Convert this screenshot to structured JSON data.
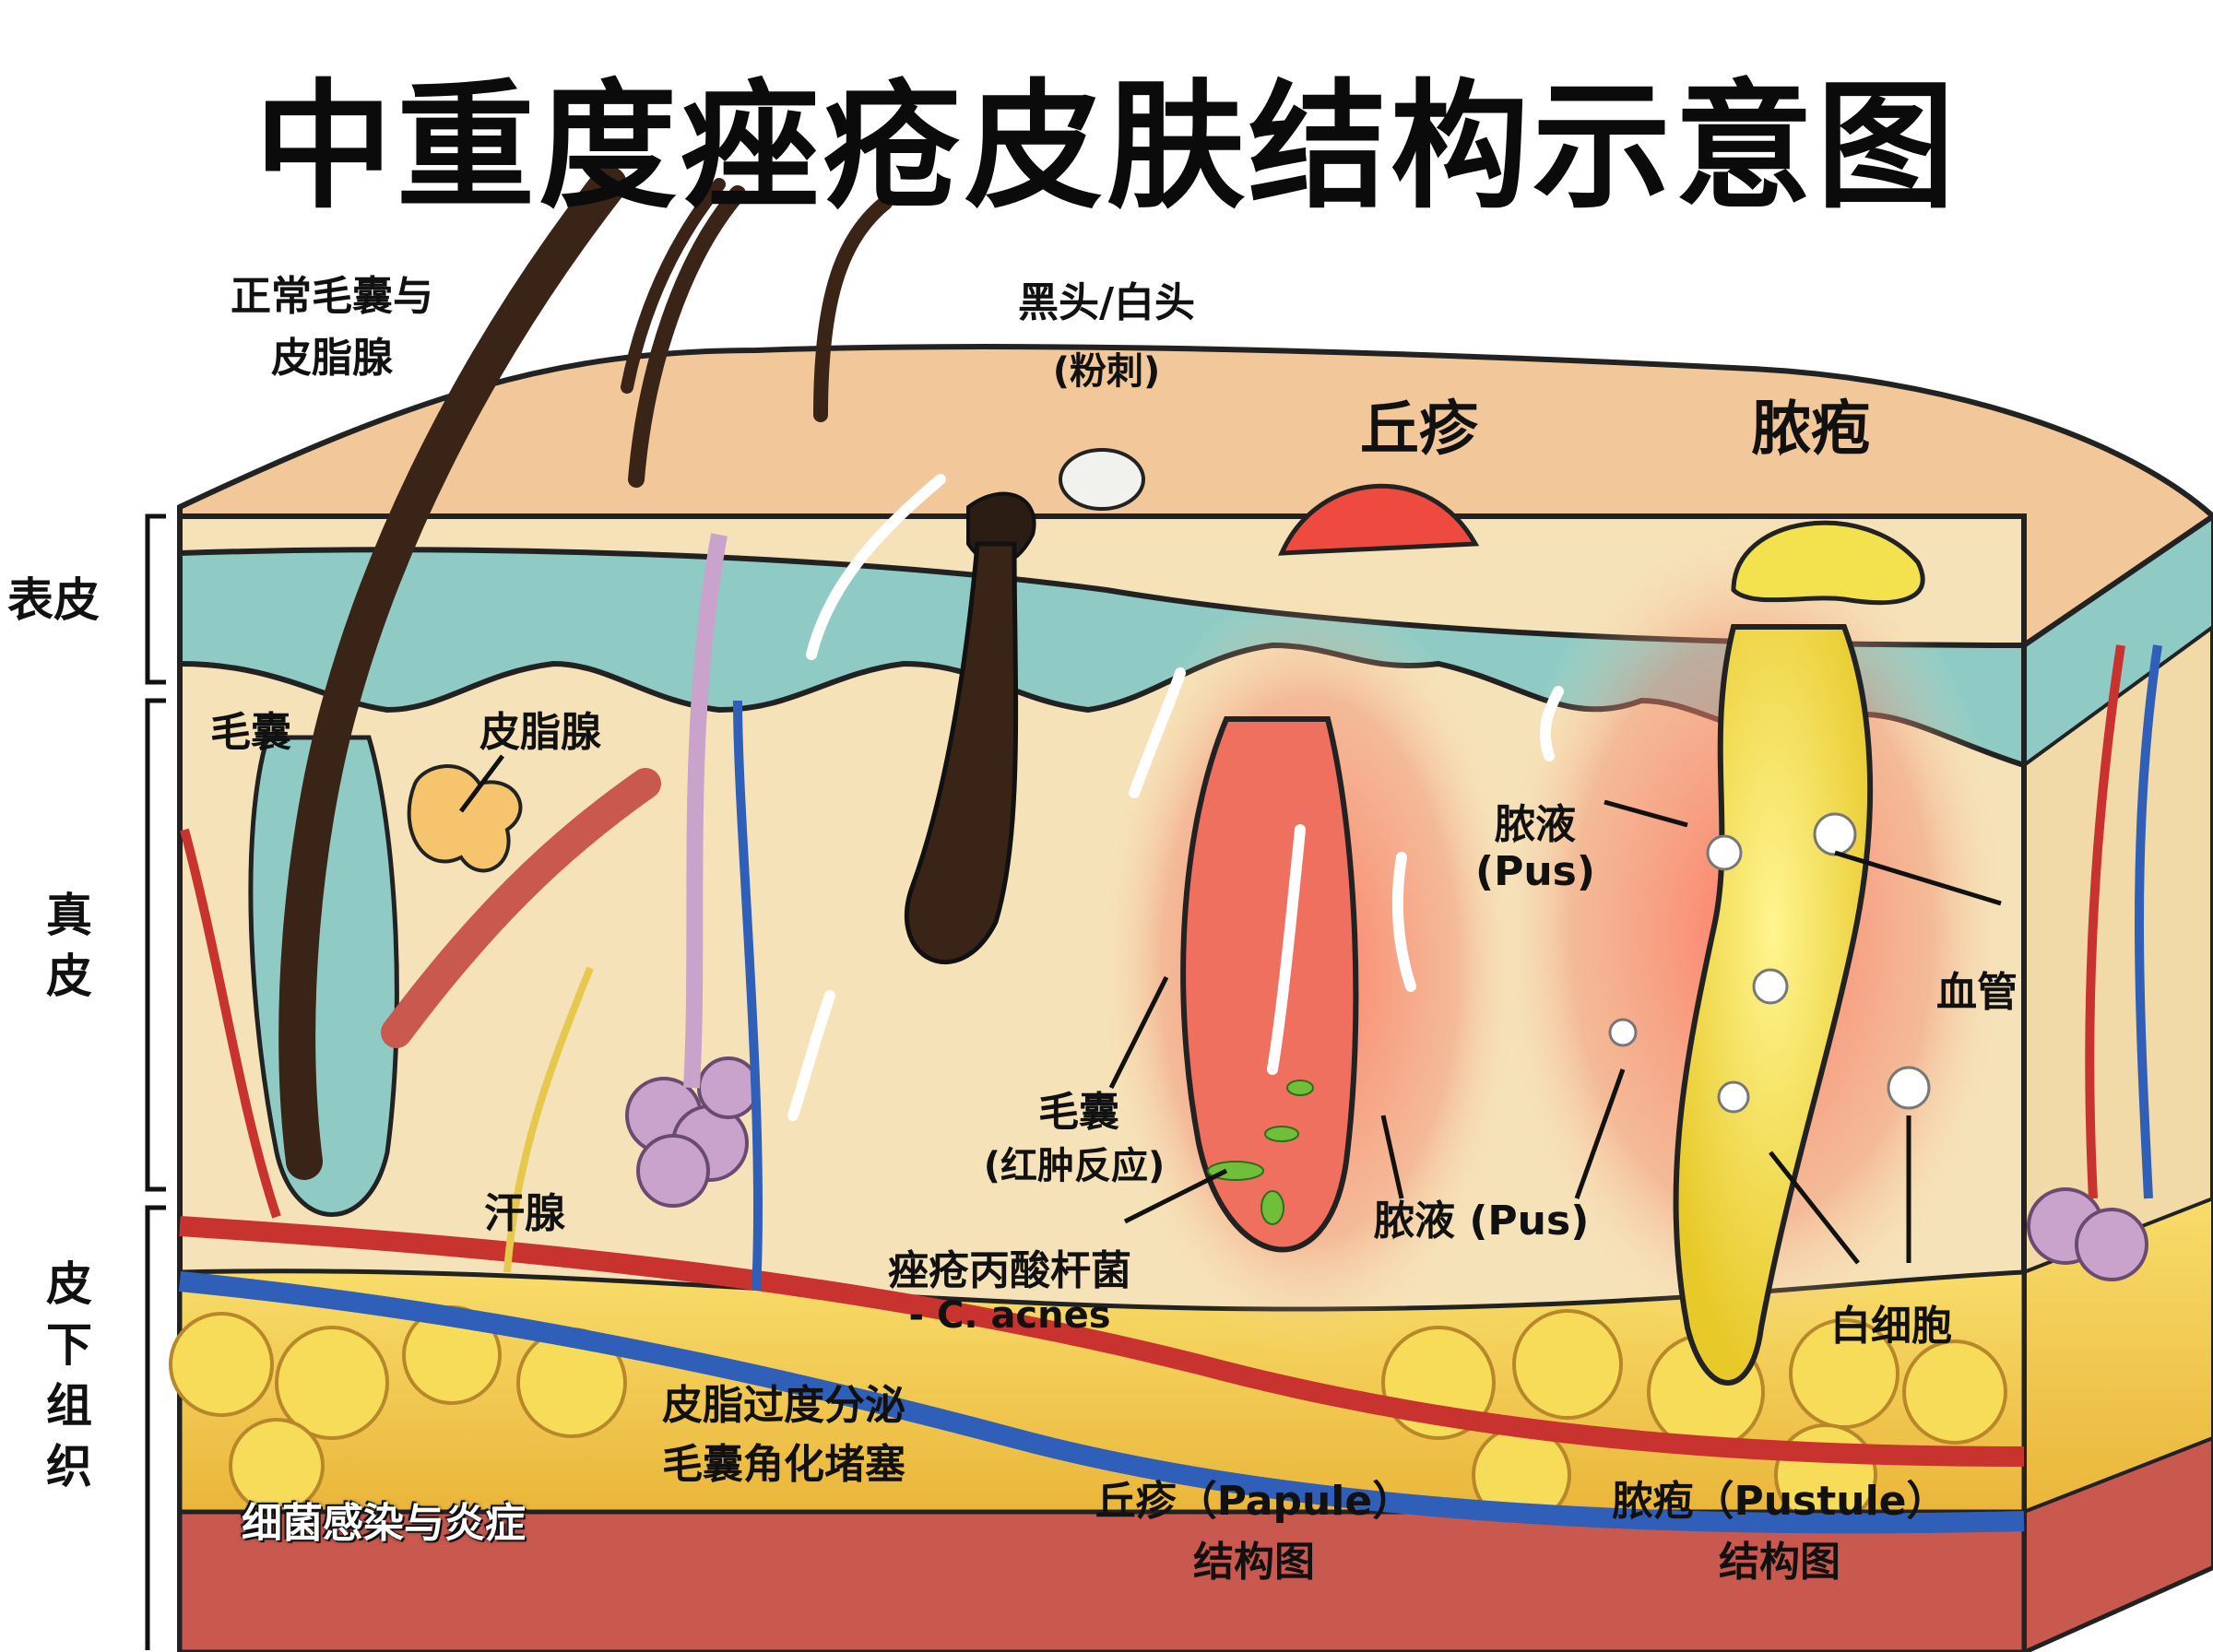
{
  "title": "中重度痤疮皮肤结构示意图",
  "layers": {
    "epidermis": "表皮",
    "dermis": "真皮",
    "subcutis": "皮下组织"
  },
  "labels": {
    "normal_follicle_line1": "正常毛囊与",
    "normal_follicle_line2": "皮脂腺",
    "comedone_line1": "黑头/白头",
    "comedone_line2": "(粉刺)",
    "papule": "丘疹",
    "pustule": "脓疱",
    "hair_follicle": "毛囊",
    "sebaceous_gland": "皮脂腺",
    "sweat_gland": "汗腺",
    "pus_line1": "脓液",
    "pus_line2": "(Pus)",
    "pus_inline": "脓液 (Pus)",
    "blood_vessel": "血管",
    "follicle_inflamed_line1": "毛囊",
    "follicle_inflamed_line2": "(红肿反应)",
    "c_acnes_line1": "痤疮丙酸杆菌",
    "c_acnes_line2": "- C. acnes",
    "white_cell": "白细胞",
    "overproduction_line1": "皮脂过度分泌",
    "overproduction_line2": "毛囊角化堵塞",
    "infection": "细菌感染与炎症",
    "papule_struct_line1": "丘疹（Papule）",
    "papule_struct_line2": "结构图",
    "pustule_struct_line1": "脓疱（Pustule）",
    "pustule_struct_line2": "结构图"
  },
  "colors": {
    "skin_surface": "#f2c79a",
    "epidermis": "#8fcbc4",
    "dermis": "#f6e2b8",
    "fat": "#f5d24a",
    "muscle": "#c9584e",
    "inflammation": "#ef4a3f",
    "pus": "#f3e24e",
    "artery": "#c8322f",
    "vein": "#2f5fb8",
    "hair": "#3a2418",
    "sweat_gland": "#b88fb8"
  }
}
